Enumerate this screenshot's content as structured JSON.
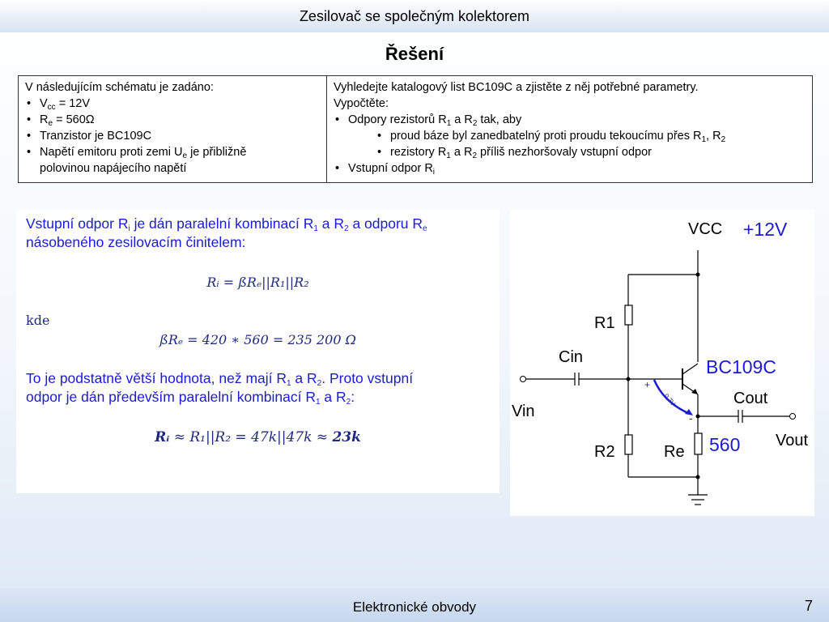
{
  "slide": {
    "title": "Zesilovač se společným kolektorem",
    "heading": "Řešení",
    "footer": "Elektronické obvody",
    "page_number": "7"
  },
  "table": {
    "left_intro": "V následujícím schématu je zadáno:",
    "left_items": [
      {
        "main": "V",
        "sub": "cc",
        "rest": " = 12V"
      },
      {
        "main": "R",
        "sub": "e",
        "rest": " = 560Ω"
      },
      {
        "main": "Tranzistor je BC109C"
      },
      {
        "main": "Napětí emitoru proti zemi U",
        "sub": "e",
        "rest": " je přibližně"
      }
    ],
    "left_last_line": "polovinou napájecího napětí",
    "right_intro": "Vyhledejte katalogový list BC109C a zjistěte z něj potřebné parametry.",
    "right_calc": "Vypočtěte:",
    "right_item1_a": "Odpory rezistorů R",
    "right_item1_sub1": "1",
    "right_item1_b": " a R",
    "right_item1_sub2": "2",
    "right_item1_c": " tak, aby",
    "right_sub1_a": "proud báze byl zanedbatelný proti proudu tekoucímu přes R",
    "right_sub1_s1": "1",
    "right_sub1_b": ", R",
    "right_sub1_s2": "2",
    "right_sub2_a": "rezistory R",
    "right_sub2_s1": "1",
    "right_sub2_b": " a R",
    "right_sub2_s2": "2",
    "right_sub2_c": " příliš nezhoršovaly vstupní odpor",
    "right_item2_a": "Vstupní odpor R",
    "right_item2_sub": "i"
  },
  "explanation": {
    "p1_a": "Vstupní odpor R",
    "p1_sub_i": "i",
    "p1_b": " je dán paralelní kombinací R",
    "p1_sub_1": "1",
    "p1_c": " a R",
    "p1_sub_2": "2",
    "p1_d": " a odporu R",
    "p1_sub_e": "e",
    "p1_line2": "násobeného zesilovacím činitelem:",
    "formula1": "Rᵢ = ßRₑ||R₁||R₂",
    "kde": "kde",
    "formula2": "ßRₑ = 420 ∗ 560 = 235 200 Ω",
    "p2_a": "To je podstatně větší hodnota, než mají R",
    "p2_s1": "1",
    "p2_b": " a R",
    "p2_s2": "2",
    "p2_c": ". Proto vstupní",
    "p2_line2_a": "odpor je dán především paralelní kombinací R",
    "p2_line2_s1": "1",
    "p2_line2_b": " a R",
    "p2_line2_s2": "2",
    "p2_line2_c": ":",
    "formula3_lhs": "Rᵢ",
    "formula3_rest": " ≈ R₁||R₂ = 47k||47k ≈ ",
    "formula3_result": "23k"
  },
  "schematic": {
    "vcc_label": "VCC",
    "vcc_value": "+12V",
    "r1_label": "R1",
    "cin_label": "Cin",
    "transistor_label": "BC109C",
    "vin_label": "Vin",
    "cout_label": "Cout",
    "vbe_label": "0,7V",
    "plus_sign": "+",
    "minus_sign": "-",
    "r2_label": "R2",
    "re_label": "Re",
    "re_value": "560",
    "vout_label": "Vout",
    "colors": {
      "accent_blue": "#1b1bd6",
      "wire": "#000000"
    }
  }
}
